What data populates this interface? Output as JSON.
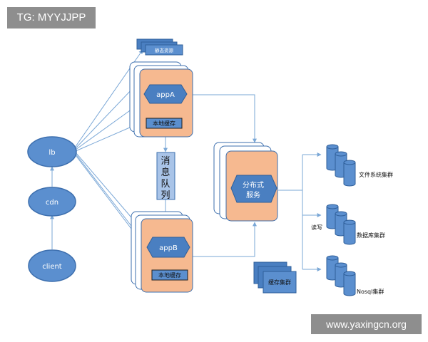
{
  "watermark_top": "TG: MYYJJPP",
  "watermark_bottom": "www.yaxingcn.org",
  "nodes": {
    "client": "client",
    "cdn": "cdn",
    "lb": "lb",
    "static_resources": "静态资源",
    "appA": "appA",
    "appB": "appB",
    "local_cache_a": "本地缓存",
    "local_cache_b": "本地缓存",
    "message_queue": [
      "消",
      "息",
      "队",
      "列"
    ],
    "distributed_service": [
      "分布式",
      "服务"
    ],
    "cache_cluster": "缓存集群",
    "read_write": "读写",
    "file_system_cluster": "文件系统集群",
    "database_cluster": "数据库集群",
    "nosql_cluster": "Nosql集群"
  },
  "colors": {
    "node_blue": "#5b8fcf",
    "node_dark_blue": "#3d6fae",
    "app_orange": "#f6b990",
    "arrow": "#7aa7d6"
  }
}
